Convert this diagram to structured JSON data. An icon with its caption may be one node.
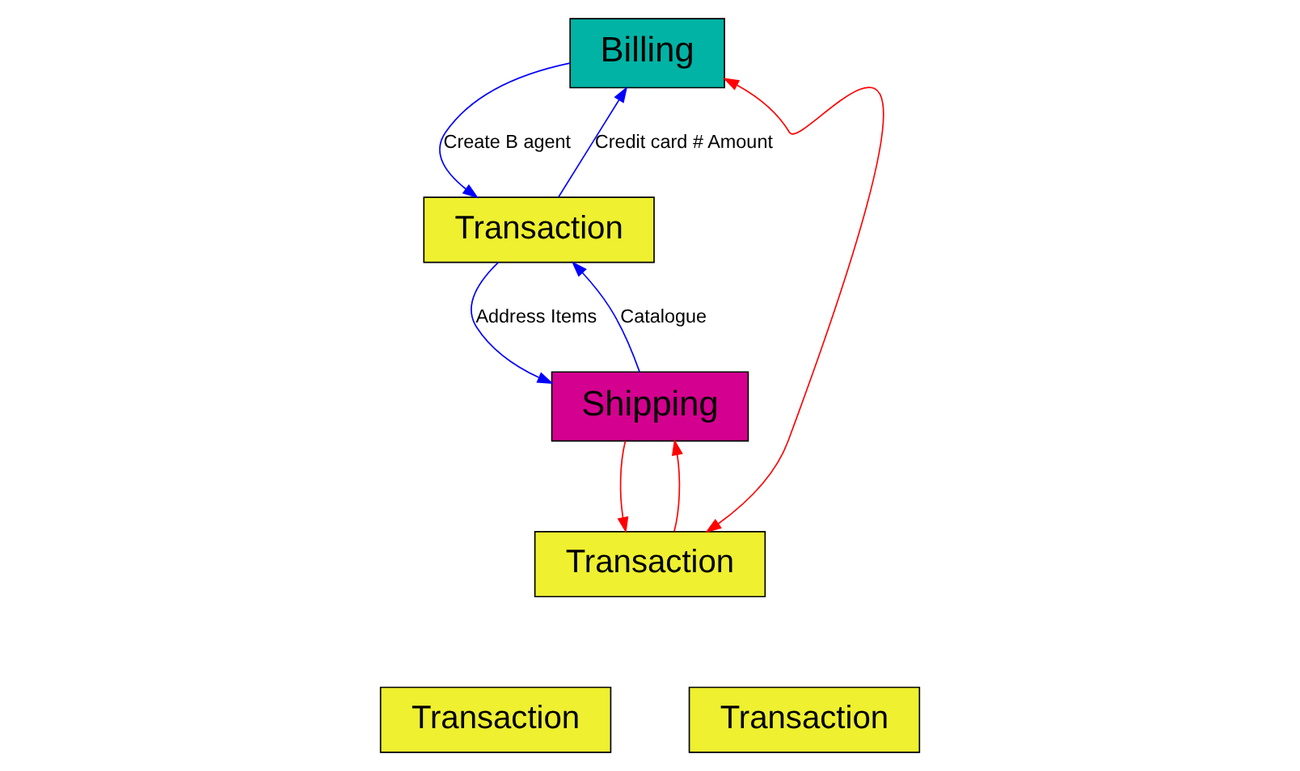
{
  "diagram": {
    "nodes": [
      {
        "text": [
          "Billing"
        ]
      },
      {
        "text": [
          "Shipping"
        ]
      },
      {
        "text": [
          "Transaction"
        ]
      },
      {
        "text": [
          "Transaction"
        ]
      },
      {
        "text": [
          "Transaction"
        ]
      },
      {
        "text": [
          "Transaction"
        ]
      }
    ],
    "edges": [
      {
        "from": 2,
        "to": 0,
        "arrow": "to",
        "label": "Credit card # Amount"
      },
      {
        "from": 0,
        "to": 2,
        "arrow": "to",
        "label": "Create B agent"
      },
      {
        "from": 2,
        "to": 1,
        "arrow": "to",
        "label": "Address Items"
      },
      {
        "from": 1,
        "to": 2,
        "arrow": "to",
        "label": "Catalogue"
      },
      {
        "from": 0,
        "to": 3,
        "arrow": "both",
        "color": "#ff0000"
      },
      {
        "from": 3,
        "to": 1,
        "arrow": "to",
        "color": "#ff0000"
      },
      {
        "from": 1,
        "to": 3,
        "arrow": "to",
        "color": "#ff0000"
      }
    ]
  }
}
